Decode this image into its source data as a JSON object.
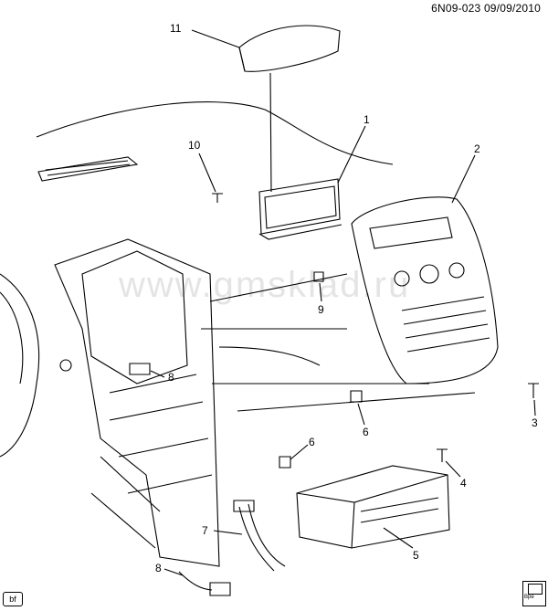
{
  "header": {
    "figure_id": "6N09-023",
    "date": "09/09/2010"
  },
  "watermark": "www.gmsklad.ru",
  "badge": "bf",
  "logo": {
    "text": "Bpe"
  },
  "callouts": [
    "11",
    "1",
    "10",
    "2",
    "9",
    "8",
    "3",
    "6",
    "6",
    "4",
    "7",
    "5",
    "8"
  ],
  "colors": {
    "line": "#000000",
    "background": "#ffffff"
  }
}
